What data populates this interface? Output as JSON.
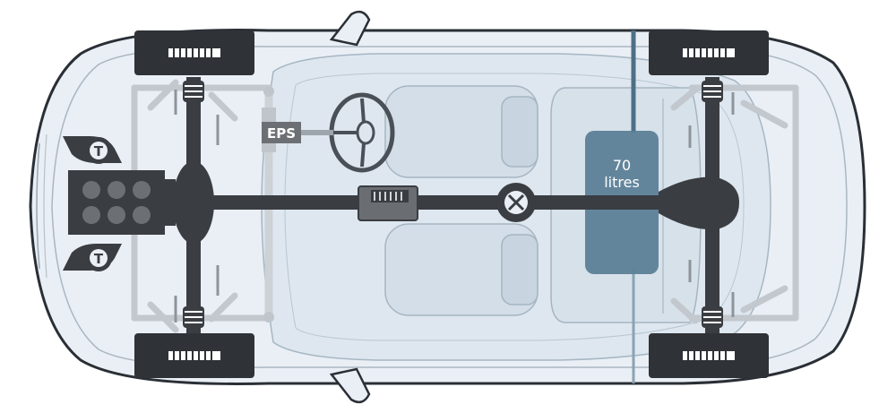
{
  "labels": {
    "steering": "EPS",
    "turbo_front": "T",
    "turbo_rear": "T",
    "fuel_line1": "70",
    "fuel_line2": "litres"
  },
  "colors": {
    "drivetrain": "#3a3d42",
    "body_outline": "#2a2f36",
    "body_fill": "#e7eef5",
    "glass": "#d4e0ea",
    "fuel_tank": "#5d7f98",
    "fuel_pipe": "#4e6f87",
    "light_parts": "#c4cacf",
    "tyre": "#2f3236",
    "label_bg": "#6c7075"
  },
  "icons": {
    "engine": "six-cylinder-engine-icon",
    "turbo": "turbocharger-icon",
    "differential": "center-differential-icon",
    "steering_wheel": "steering-wheel-icon"
  }
}
